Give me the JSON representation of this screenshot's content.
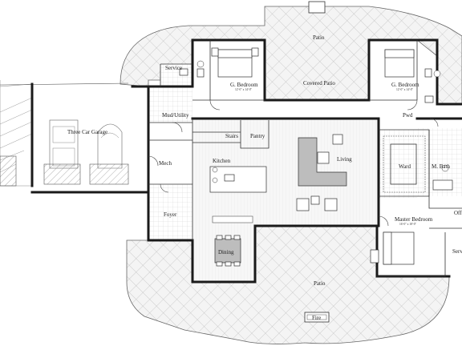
{
  "rooms": {
    "service": "Service",
    "g_bedroom_left": "G. Bedroom",
    "g_bedroom_right": "G. Bedroom",
    "patio_top": "Patio",
    "covered_patio": "Covered Patio",
    "mud_utility": "Mud/Utility",
    "three_car_garage": "Three Car Garage",
    "stairs": "Stairs",
    "pantry": "Pantry",
    "kitchen": "Kitchen",
    "mech": "Mech",
    "living": "Living",
    "ward": "Ward",
    "m_bath": "M. Bath",
    "pwd": "Pwd",
    "foyer": "Foyer",
    "dining": "Dining",
    "master_bedroom": "Master Bedroom",
    "patio_bottom": "Patio",
    "fire": "Fire",
    "off_partial": "Off",
    "serv_partial": "Serv"
  }
}
